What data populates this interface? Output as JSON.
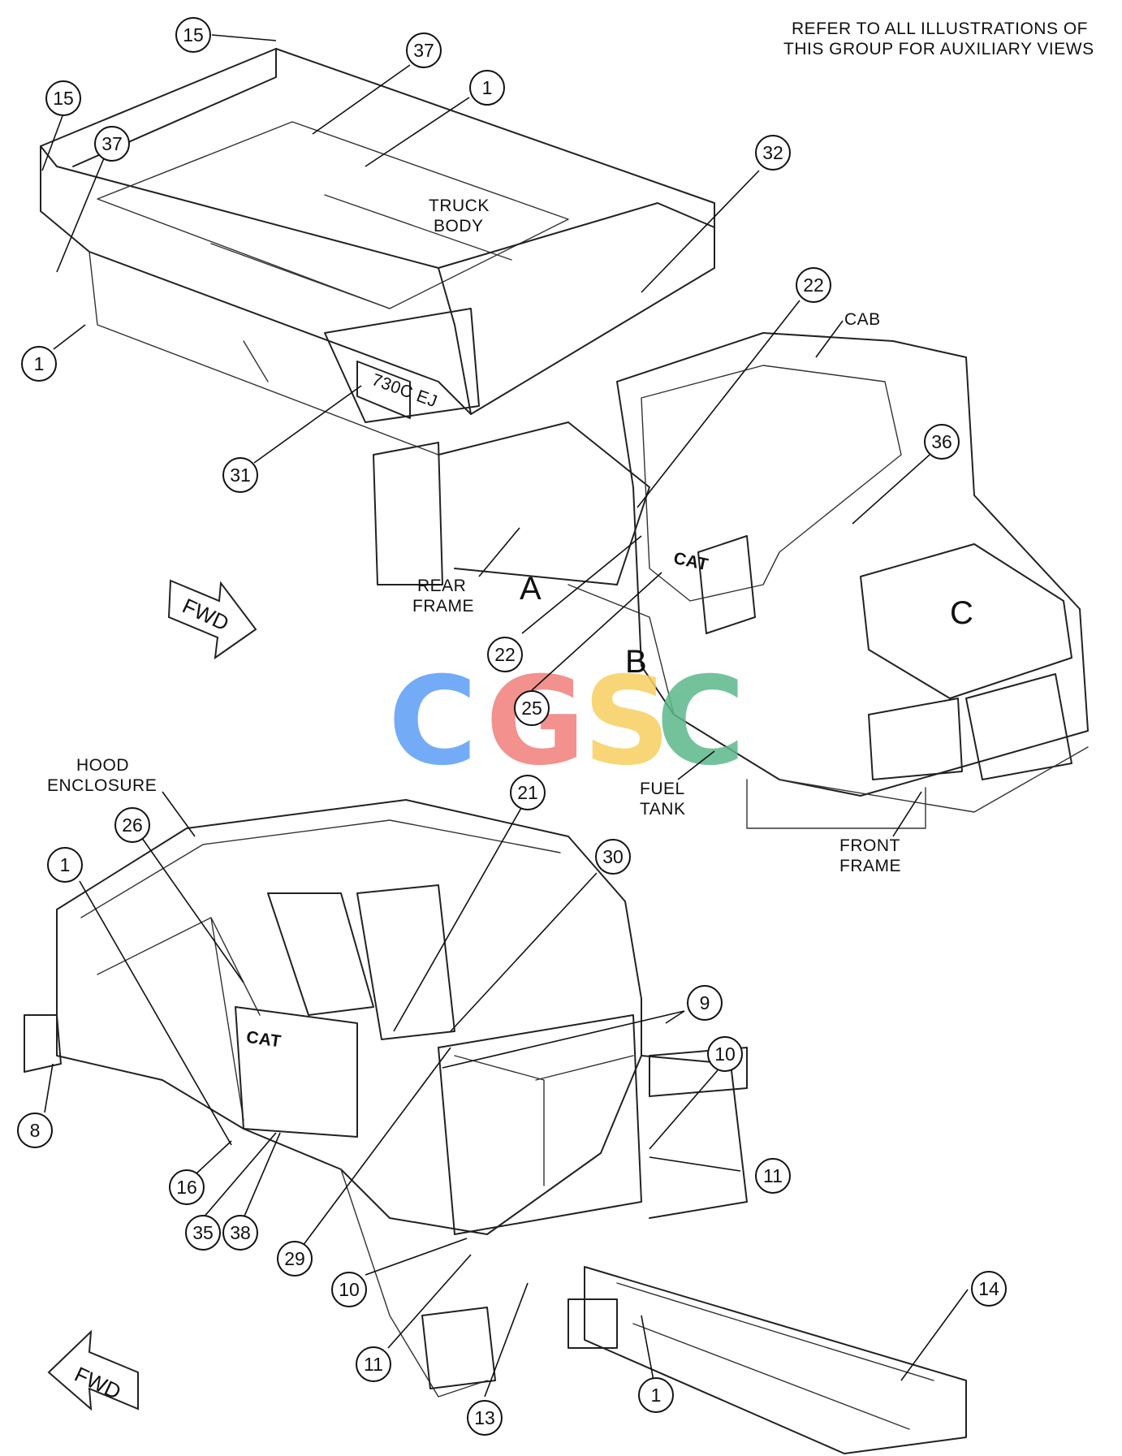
{
  "note": {
    "lines": [
      "REFER TO ALL ILLUSTRATIONS OF",
      "THIS GROUP FOR AUXILIARY VIEWS"
    ]
  },
  "labels": {
    "truck_body": [
      "TRUCK",
      "BODY"
    ],
    "cab": [
      "CAB"
    ],
    "rear_frame": [
      "REAR",
      "FRAME"
    ],
    "fuel_tank": [
      "FUEL",
      "TANK"
    ],
    "front_frame": [
      "FRONT",
      "FRAME"
    ],
    "hood_enclosure": [
      "HOOD",
      "ENCLOSURE"
    ]
  },
  "view_letters": {
    "a": "A",
    "b": "B",
    "c": "C"
  },
  "fwd_arrows": {
    "top": "FWD",
    "bottom": "FWD"
  },
  "model_plate": "730C EJ",
  "brand_mark": "CAT",
  "watermark": {
    "text": "CGSC",
    "colors": [
      "#5b9df5",
      "#f07e7a",
      "#f7d060",
      "#5cb88b"
    ]
  },
  "callouts": {
    "c15a": "15",
    "c37a": "37",
    "c1a": "1",
    "c15b": "15",
    "c37b": "37",
    "c1b": "1",
    "c32": "32",
    "c22a": "22",
    "c31": "31",
    "c36": "36",
    "c22b": "22",
    "c25": "25",
    "c21": "21",
    "c26": "26",
    "c30": "30",
    "c1c": "1",
    "c9": "9",
    "c10a": "10",
    "c8": "8",
    "c11a": "11",
    "c16": "16",
    "c35": "35",
    "c38": "38",
    "c29": "29",
    "c10b": "10",
    "c14": "14",
    "c11b": "11",
    "c1d": "1",
    "c13": "13"
  }
}
